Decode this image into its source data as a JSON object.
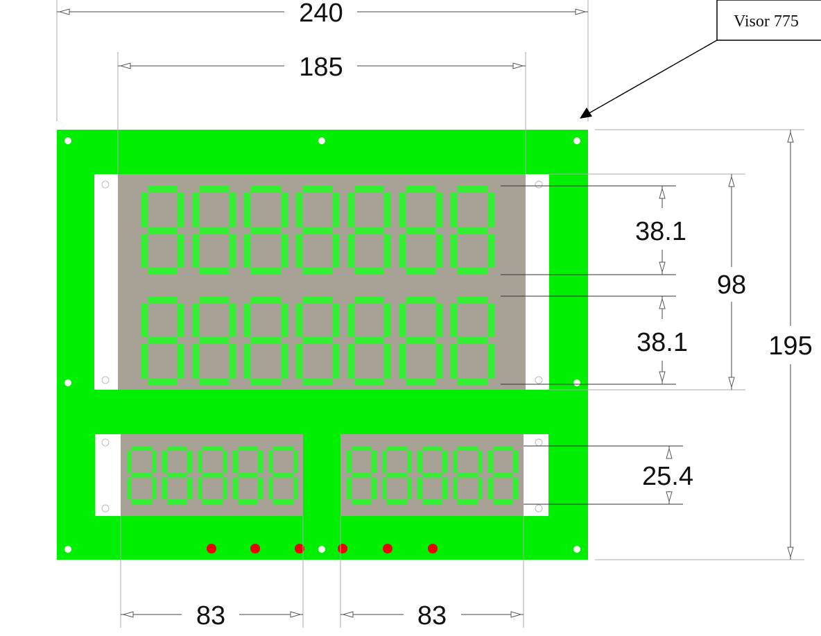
{
  "callout": {
    "label": "Visor 775"
  },
  "dimensions": {
    "overall_width": "240",
    "inner_width": "185",
    "overall_height": "195",
    "upper_display_height": "98",
    "row_1_digit_height": "38.1",
    "row_2_digit_height": "38.1",
    "lower_digit_height": "25.4",
    "lower_left_width": "83",
    "lower_right_width": "83"
  },
  "board": {
    "color": "#00ee00",
    "window_color": "#a8a296",
    "segment_color": "#33ee33",
    "led_color": "#ee0000",
    "upper_display": {
      "rows": 2,
      "digits_per_row": 7
    },
    "lower_displays": [
      {
        "digits": 5
      },
      {
        "digits": 5
      }
    ],
    "indicator_leds": 6
  }
}
